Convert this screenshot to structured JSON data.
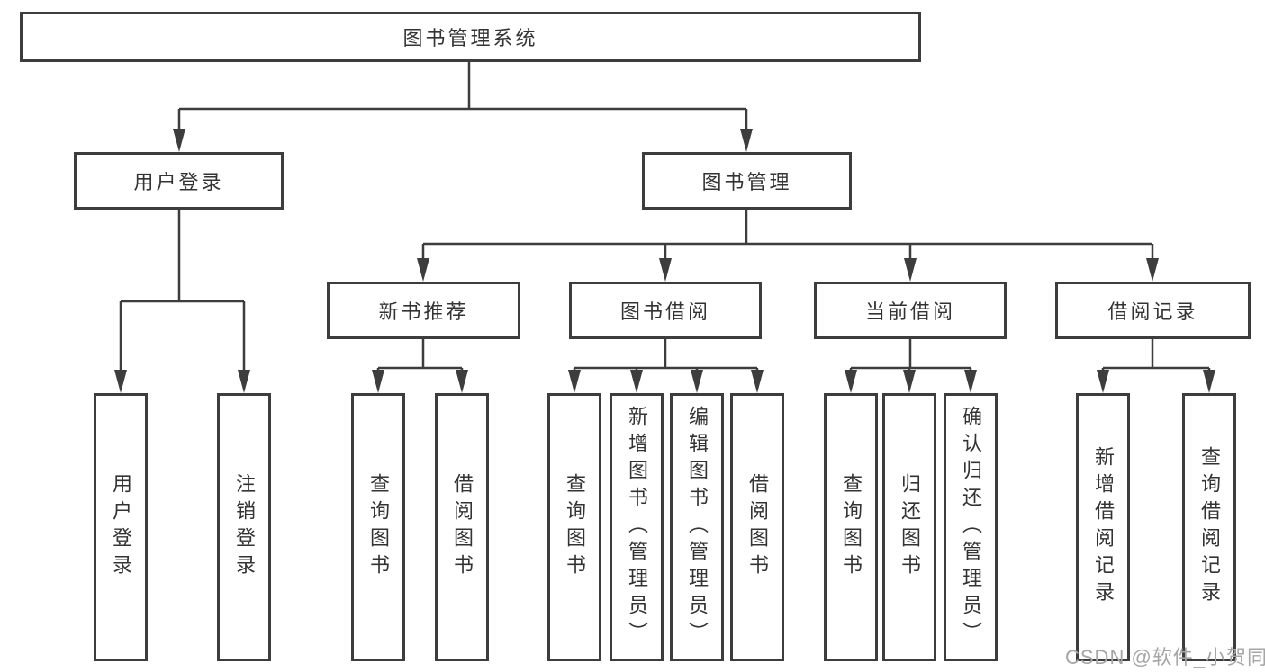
{
  "diagram": {
    "root": "图书管理系统",
    "branches": [
      {
        "label": "用户登录",
        "leaves": [
          "用户登录",
          "注销登录"
        ]
      },
      {
        "label": "图书管理",
        "sections": [
          {
            "label": "新书推荐",
            "leaves": [
              "查询图书",
              "借阅图书"
            ]
          },
          {
            "label": "图书借阅",
            "leaves": [
              "查询图书",
              "新增图书（管理员）",
              "编辑图书（管理员）",
              "借阅图书"
            ]
          },
          {
            "label": "当前借阅",
            "leaves": [
              "查询图书",
              "归还图书",
              "确认归还（管理员）"
            ]
          },
          {
            "label": "借阅记录",
            "leaves": [
              "新增借阅记录",
              "查询借阅记录"
            ]
          }
        ]
      }
    ]
  },
  "watermark": "CSDN @软件_小贺同学",
  "colors": {
    "line": "#3d3d3d",
    "text": "#333333",
    "watermark": "#a6a6a6",
    "background": "#ffffff"
  }
}
